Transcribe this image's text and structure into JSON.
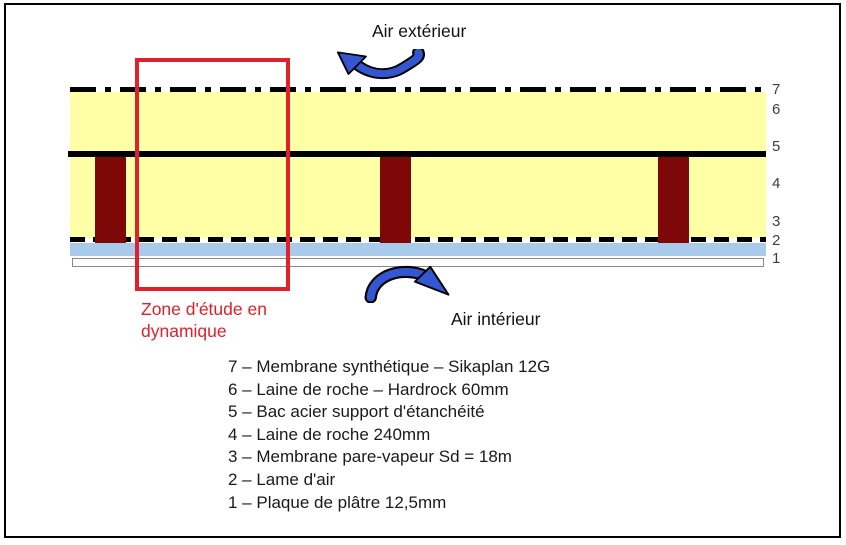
{
  "colors": {
    "yellow": "#FFFFA6",
    "lightblue": "#A9CBEB",
    "maroon": "#7E0707",
    "arrow-blue": "#3457D1",
    "red": "#E0202A",
    "label-gray": "#3d3d46"
  },
  "air": {
    "exterior": "Air extérieur",
    "interior": "Air intérieur"
  },
  "zone": {
    "line1": "Zone d'étude en",
    "line2": "dynamique"
  },
  "layers": {
    "numbers": [
      "7",
      "6",
      "5",
      "4",
      "3",
      "2",
      "1"
    ]
  },
  "legend": {
    "items": [
      "7 – Membrane synthétique – Sikaplan 12G",
      "6 – Laine de roche – Hardrock 60mm",
      "5 – Bac acier support d'étanchéité",
      "4 – Laine de roche 240mm",
      "3 – Membrane pare-vapeur Sd = 18m",
      "2 – Lame d'air",
      "1 – Plaque de plâtre 12,5mm"
    ]
  }
}
